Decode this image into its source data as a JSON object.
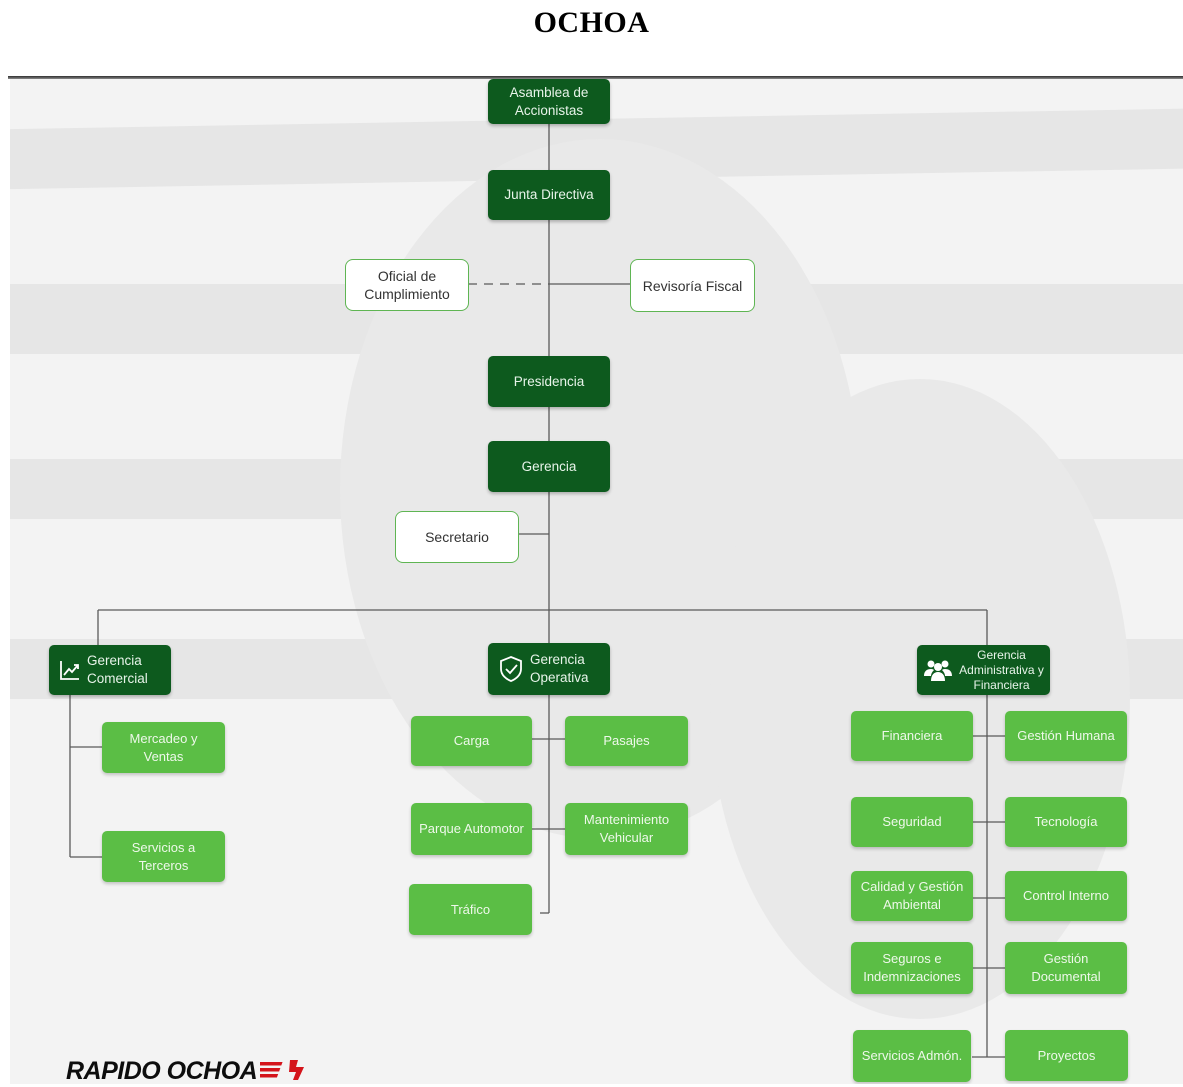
{
  "page": {
    "heading": "OCHOA"
  },
  "org_chart": {
    "top": {
      "asamblea": "Asamblea de Accionistas",
      "junta": "Junta Directiva",
      "oficial": "Oficial de Cumplimiento",
      "revisoria": "Revisoría Fiscal",
      "presidencia": "Presidencia",
      "gerencia": "Gerencia",
      "secretario": "Secretario"
    },
    "comercial": {
      "title": "Gerencia Comercial",
      "icon": "trending-up-icon",
      "units": [
        "Mercadeo y Ventas",
        "Servicios a Terceros"
      ]
    },
    "operativa": {
      "title": "Gerencia Operativa",
      "icon": "shield-check-icon",
      "units": [
        "Carga",
        "Pasajes",
        "Parque Automotor",
        "Mantenimiento Vehicular",
        "Tráfico"
      ]
    },
    "administrativa": {
      "title": "Gerencia Administrativa y Financiera",
      "icon": "people-group-icon",
      "units": [
        "Financiera",
        "Gestión Humana",
        "Seguridad",
        "Tecnología",
        "Calidad y Gestión Ambiental",
        "Control Interno",
        "Seguros e Indemnizaciones",
        "Gestión Documental",
        "Servicios Admón.",
        "Proyectos"
      ]
    }
  },
  "logo": {
    "text": "RAPIDO OCHOA",
    "icon": "bus-stripes-icon"
  },
  "colors": {
    "dark_green": "#0d5a1e",
    "light_green": "#5bbe45",
    "outline_green": "#5fb553",
    "connector": "#5a5a5a",
    "background": "#f3f3f3"
  }
}
